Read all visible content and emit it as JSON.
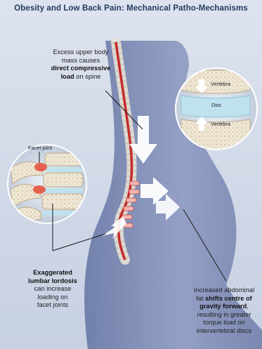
{
  "title": "Obesity and Low Back Pain: Mechanical Patho-Mechanisms",
  "compressive": {
    "line1": "Excess upper body",
    "line2": "mass causes",
    "bold": "direct compressive",
    "bold2": "load",
    "tail": " on spine"
  },
  "facet_label": "Facet joint",
  "lordosis": {
    "bold1": "Exaggerated",
    "bold2": "lumbar lordosis",
    "line3": "can increase",
    "line4": "loading on",
    "line5": "facet joints"
  },
  "abdominal": {
    "line1": "Increased abdominal",
    "pre": "fat ",
    "bold1": "shifts centre of",
    "bold2": "gravity forward",
    "after": ",",
    "line4": "resulting in greater",
    "line5": "torque load on",
    "line6": "intervertebral discs"
  },
  "inset": {
    "vertebra_top": "Vertebra",
    "disc": "Disc",
    "vertebra_bottom": "Vertebra"
  },
  "colors": {
    "title": "#243a63",
    "body": "#7f8db4",
    "spine": "#e7e2d8",
    "cord": "#c42a2a",
    "arrow": "#ffffff",
    "disc": "#bfe2ee"
  }
}
